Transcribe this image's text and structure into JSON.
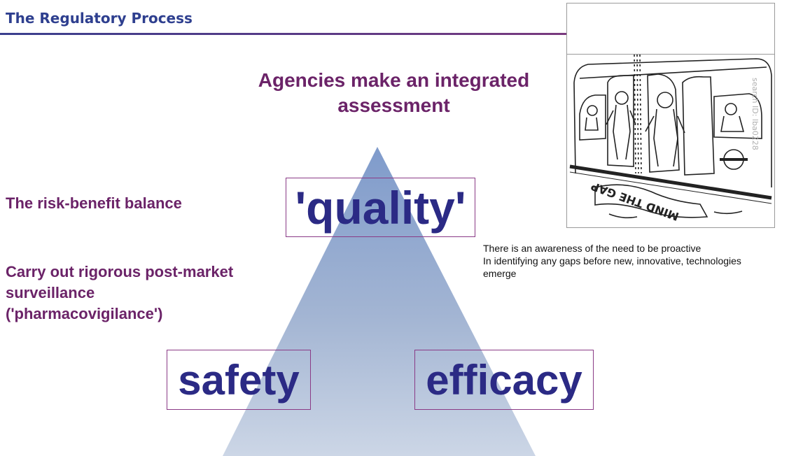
{
  "slide": {
    "title": "The Regulatory Process",
    "headline": "Agencies make an integrated assessment",
    "risk_text": "The risk-benefit balance",
    "pharmacovigilance_text": "Carry out rigorous post-market surveillance ('pharmacovigilance')"
  },
  "pyramid": {
    "top_label": "'quality'",
    "left_label": "safety",
    "right_label": "efficacy"
  },
  "cartoon": {
    "sign_text": "MIND THE GAP",
    "search_id": "search ID: lba0228"
  },
  "caption": {
    "lines": [
      "There is an awareness of the need to be proactive",
      "In identifying any gaps before new, innovative, technologies",
      "emerge"
    ]
  },
  "colors": {
    "title": "#2e3f8f",
    "accent_text": "#6b2368",
    "word_text": "#2b2a85",
    "box_border": "#8a3a86",
    "pyramid_top": "#7f9bcb",
    "pyramid_bottom": "#c9d3e3"
  }
}
